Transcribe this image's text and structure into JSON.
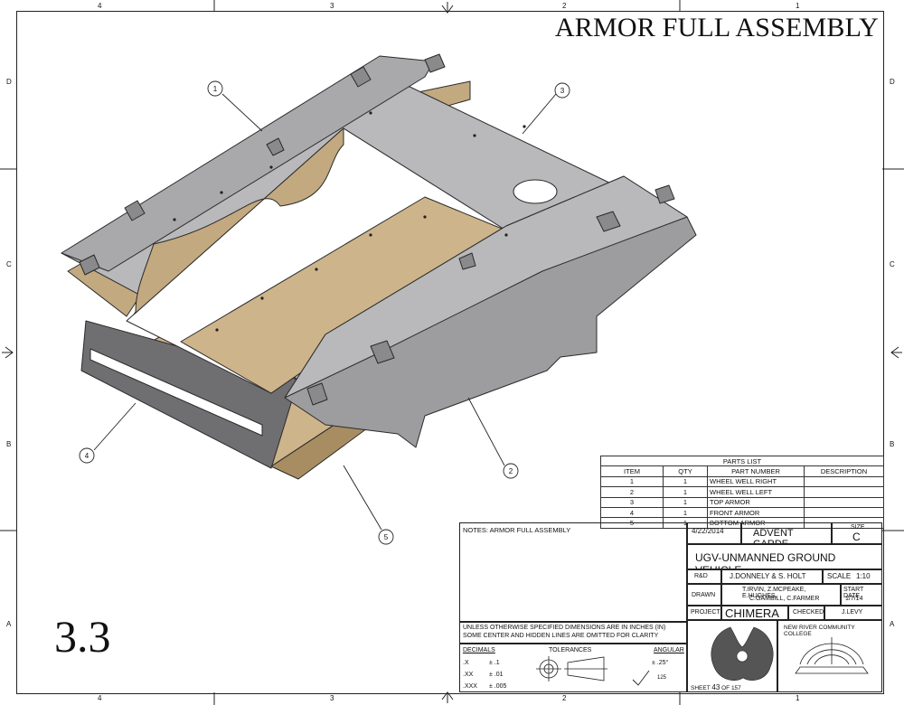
{
  "title": "ARMOR FULL ASSEMBLY",
  "sheet_label": "3.3",
  "zones": {
    "columns": [
      "4",
      "3",
      "2",
      "1"
    ],
    "rows": [
      "D",
      "C",
      "B",
      "A"
    ]
  },
  "balloons": [
    "1",
    "2",
    "3",
    "4",
    "5"
  ],
  "parts_list": {
    "caption": "PARTS LIST",
    "headers": [
      "ITEM",
      "QTY",
      "PART NUMBER",
      "DESCRIPTION"
    ],
    "rows": [
      {
        "item": "1",
        "qty": "1",
        "part": "WHEEL WELL RIGHT",
        "desc": ""
      },
      {
        "item": "2",
        "qty": "1",
        "part": "WHEEL WELL LEFT",
        "desc": ""
      },
      {
        "item": "3",
        "qty": "1",
        "part": "TOP ARMOR",
        "desc": ""
      },
      {
        "item": "4",
        "qty": "1",
        "part": "FRONT ARMOR",
        "desc": ""
      },
      {
        "item": "5",
        "qty": "1",
        "part": "BOTTOM ARMOR",
        "desc": ""
      }
    ]
  },
  "title_block": {
    "notes": "NOTES: ARMOR FULL ASSEMBLY",
    "date": "4/22/2014",
    "company": "ADVENT GARDE",
    "size_label": "SIZE",
    "size": "C",
    "drawing_title": "UGV-UNMANNED GROUND VEHICLE",
    "rd_label": "R&D",
    "rd": "J.DONNELY & S. HOLT",
    "scale_label": "SCALE",
    "scale": "1:10",
    "drawn_label": "DRAWN",
    "drawn_1": "T.IRVIN, Z.MCPEAKE, E.HUGHES,",
    "drawn_2": "C.GAMBILL, C.FARMER",
    "start_label": "START DATE",
    "start_date": "1/7/14",
    "project_label": "PROJECT",
    "project": "CHIMERA",
    "checked_label": "CHECKED",
    "checked": "J.LEVY",
    "college": "NEW RIVER COMMUNITY COLLEGE",
    "dims_note_1": "UNLESS OTHERWISE SPECIFIED DIMENSIONS ARE IN INCHES (IN)",
    "dims_note_2": "SOME CENTER AND HIDDEN LINES ARE OMITTED FOR CLARITY",
    "decimals_label": "DECIMALS",
    "tolerances_label": "TOLERANCES",
    "angular_label": "ANGULAR",
    "decimals": [
      {
        "places": ".X",
        "tol": "± .1"
      },
      {
        "places": ".XX",
        "tol": "± .01"
      },
      {
        "places": ".XXX",
        "tol": "± .005"
      }
    ],
    "angular": "± .25°",
    "finish": "125",
    "sheet_prefix": "SHEET",
    "sheet_no": "43",
    "sheet_of": "OF",
    "sheet_total": "157"
  },
  "colors": {
    "armor_light": "#b9b9bb",
    "armor_mid": "#9d9da0",
    "armor_dark": "#6f6f72",
    "wood": "#cdb48a",
    "wood_dark": "#a88d62",
    "line": "#222222"
  }
}
